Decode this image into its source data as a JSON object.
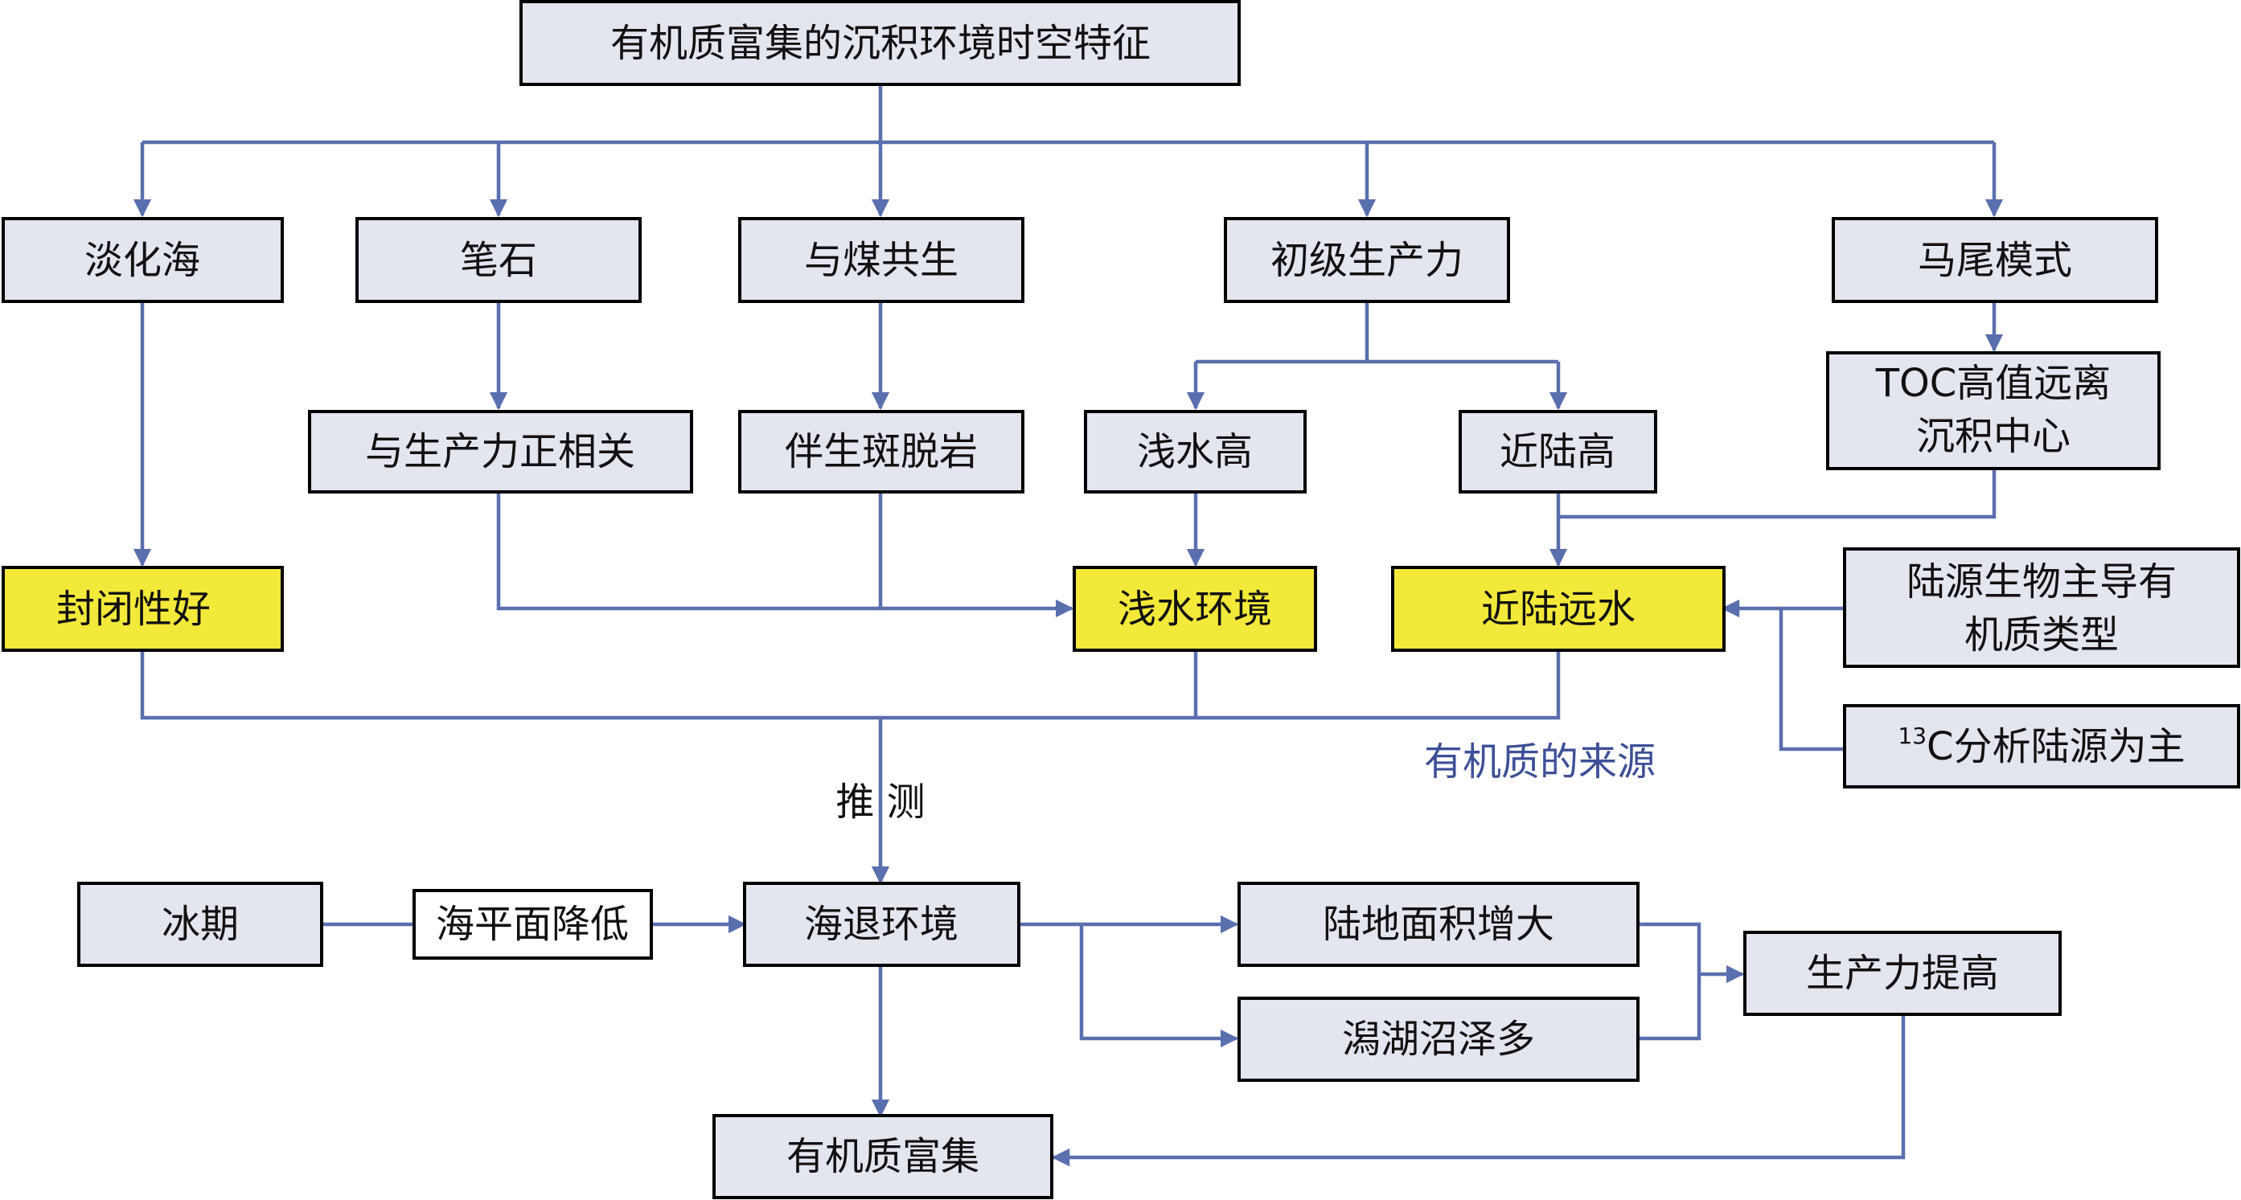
{
  "colors": {
    "node_fill": "#e3e5ef",
    "highlight_fill": "#f2e93a",
    "edge": "#5a6fae",
    "annotation": "#3d4f96"
  },
  "nodes": {
    "title": "有机质富集的沉积环境时空特征",
    "dilute_sea": "淡化海",
    "graptolite": "笔石",
    "coal": "与煤共生",
    "productivity": "初级生产力",
    "horsetail": "马尾模式",
    "toc_line1": "TOC高值远离",
    "toc_line2": "沉积中心",
    "positive": "与生产力正相关",
    "shale": "伴生斑脱岩",
    "shallow_high": "浅水高",
    "near_land_high": "近陆高",
    "closed": "封闭性好",
    "shallow_env": "浅水环境",
    "near_land_far": "近陆远水",
    "terr_line1": "陆源生物主导有",
    "terr_line2": "机质类型",
    "c13_sup": "13",
    "c13_text": "C分析陆源为主",
    "ice": "冰期",
    "sea_level": "海平面降低",
    "regression": "海退环境",
    "land_area": "陆地面积增大",
    "lagoon": "潟湖沼泽多",
    "prod_up": "生产力提高",
    "enrich": "有机质富集"
  },
  "labels": {
    "source": "有机质的来源",
    "infer": "推 测"
  }
}
